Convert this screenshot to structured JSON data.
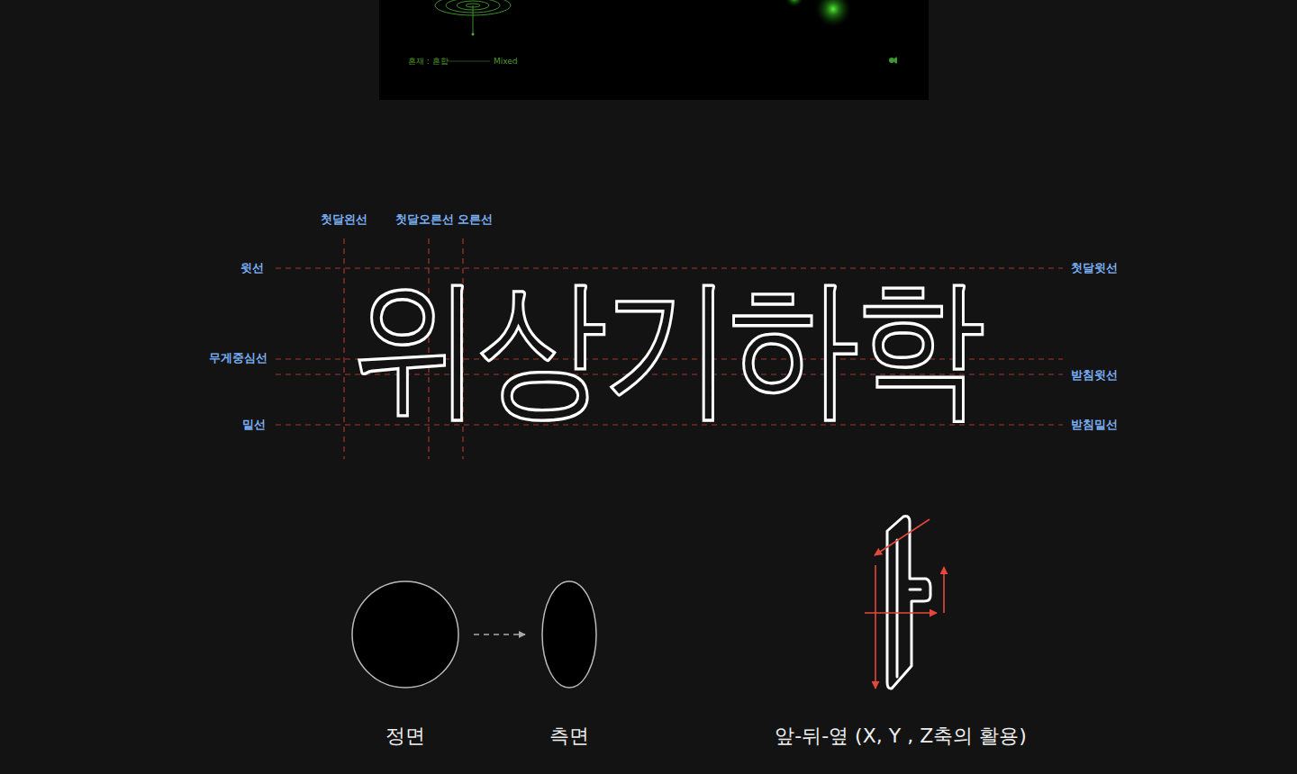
{
  "diagram": {
    "nodes": [
      {
        "text": [
          "혼재 : 혼합",
          "Mixed"
        ]
      },
      {
        "text": [
          "정면"
        ]
      },
      {
        "text": [
          "측면"
        ]
      }
    ],
    "edges": [
      {
        "from": 1,
        "to": 2,
        "arrow": "to"
      }
    ],
    "labels": [
      "첫달왼선",
      "첫달오른선",
      "오른선",
      "윗선",
      "무게중심선",
      "밑선",
      "첫달윗선",
      "받침윗선",
      "받침밑선",
      "위상기하학",
      "앞-뒤-옆 (X, Y , Z축의 활용)"
    ]
  }
}
